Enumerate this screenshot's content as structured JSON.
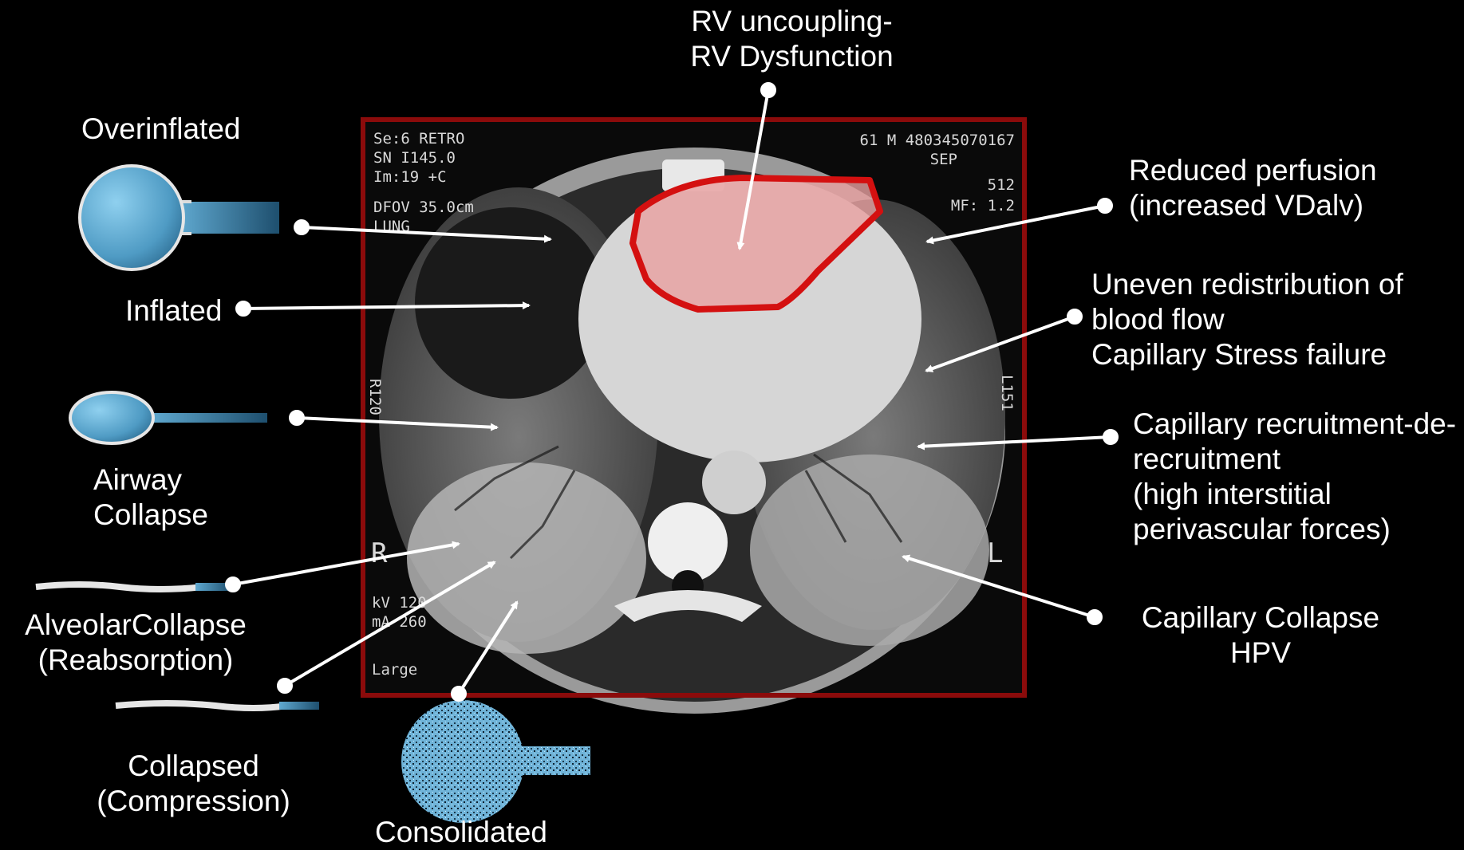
{
  "labels": {
    "rv": [
      "RV uncoupling-",
      "RV Dysfunction"
    ],
    "overinflated": "Overinflated",
    "inflated": "Inflated",
    "airway_collapse": [
      "Airway",
      "Collapse"
    ],
    "alveolar_collapse": [
      "AlveolarCollapse",
      "(Reabsorption)"
    ],
    "collapsed_compression": [
      "Collapsed",
      "(Compression)"
    ],
    "consolidated": "Consolidated",
    "reduced_perfusion": [
      "Reduced perfusion",
      "(increased VDalv)"
    ],
    "uneven_redistribution": [
      "Uneven redistribution of",
      "blood flow",
      "Capillary Stress failure"
    ],
    "capillary_recruitment": [
      "Capillary recruitment-de-",
      "recruitment",
      "(high interstitial",
      "perivascular forces)"
    ],
    "capillary_collapse": [
      "Capillary Collapse",
      "HPV"
    ]
  },
  "ct_overlay": {
    "top_left": [
      "Se:6 RETRO",
      "SN I145.0",
      "Im:19 +C",
      "DFOV 35.0cm",
      "LUNG"
    ],
    "top_right": [
      "61 M 480345070167",
      "SEP",
      "512",
      "MF: 1.2"
    ],
    "left_vertical": "R120",
    "right_vertical": "L151",
    "side_r": "R",
    "side_l": "L",
    "bottom_left": [
      "kV 120",
      "mA 260",
      "Large"
    ]
  },
  "colors": {
    "background": "#000000",
    "frame": "#8b0b0b",
    "rv_highlight": "#d41010",
    "alveolus": "#6fb3d8"
  },
  "icons": [
    "overinflated-alveolus-icon",
    "airway-collapse-alveolus-icon",
    "alveolar-collapse-icon",
    "compression-collapse-icon",
    "consolidated-alveolus-icon"
  ]
}
